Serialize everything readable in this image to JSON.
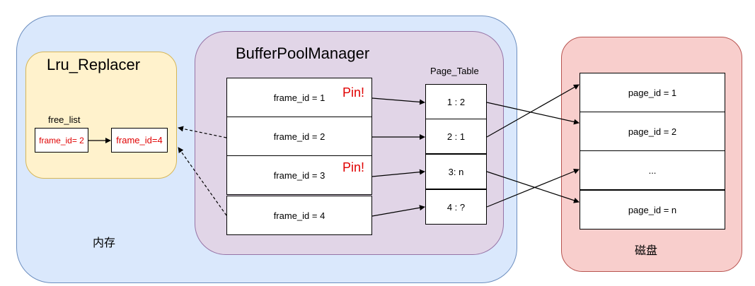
{
  "memory": {
    "label": "内存"
  },
  "replacer": {
    "title": "Lru_Replacer",
    "free_list_label": "free_list",
    "free_list": [
      "frame_id= 2",
      "frame_id=4"
    ]
  },
  "buffer_pool": {
    "title": "BufferPoolManager",
    "frames": [
      {
        "label": "frame_id  = 1",
        "pin": "Pin!"
      },
      {
        "label": "frame_id  = 2",
        "pin": ""
      },
      {
        "label": "frame_id  = 3",
        "pin": "Pin!"
      },
      {
        "label": "frame_id  = 4",
        "pin": ""
      }
    ],
    "page_table": {
      "label": "Page_Table",
      "entries": [
        "1 :  2",
        "2 :   1",
        "3:   n",
        "4 : ?"
      ]
    }
  },
  "disk": {
    "label": "磁盘",
    "pages": [
      "page_id = 1",
      "page_id = 2",
      "...",
      "page_id = n"
    ]
  },
  "colors": {
    "memory_fill": "#dae8fc",
    "replacer_fill": "#fff2cc",
    "bpm_fill": "#e1d5e7",
    "disk_fill": "#f8cecc",
    "pin_text": "#e00000"
  }
}
